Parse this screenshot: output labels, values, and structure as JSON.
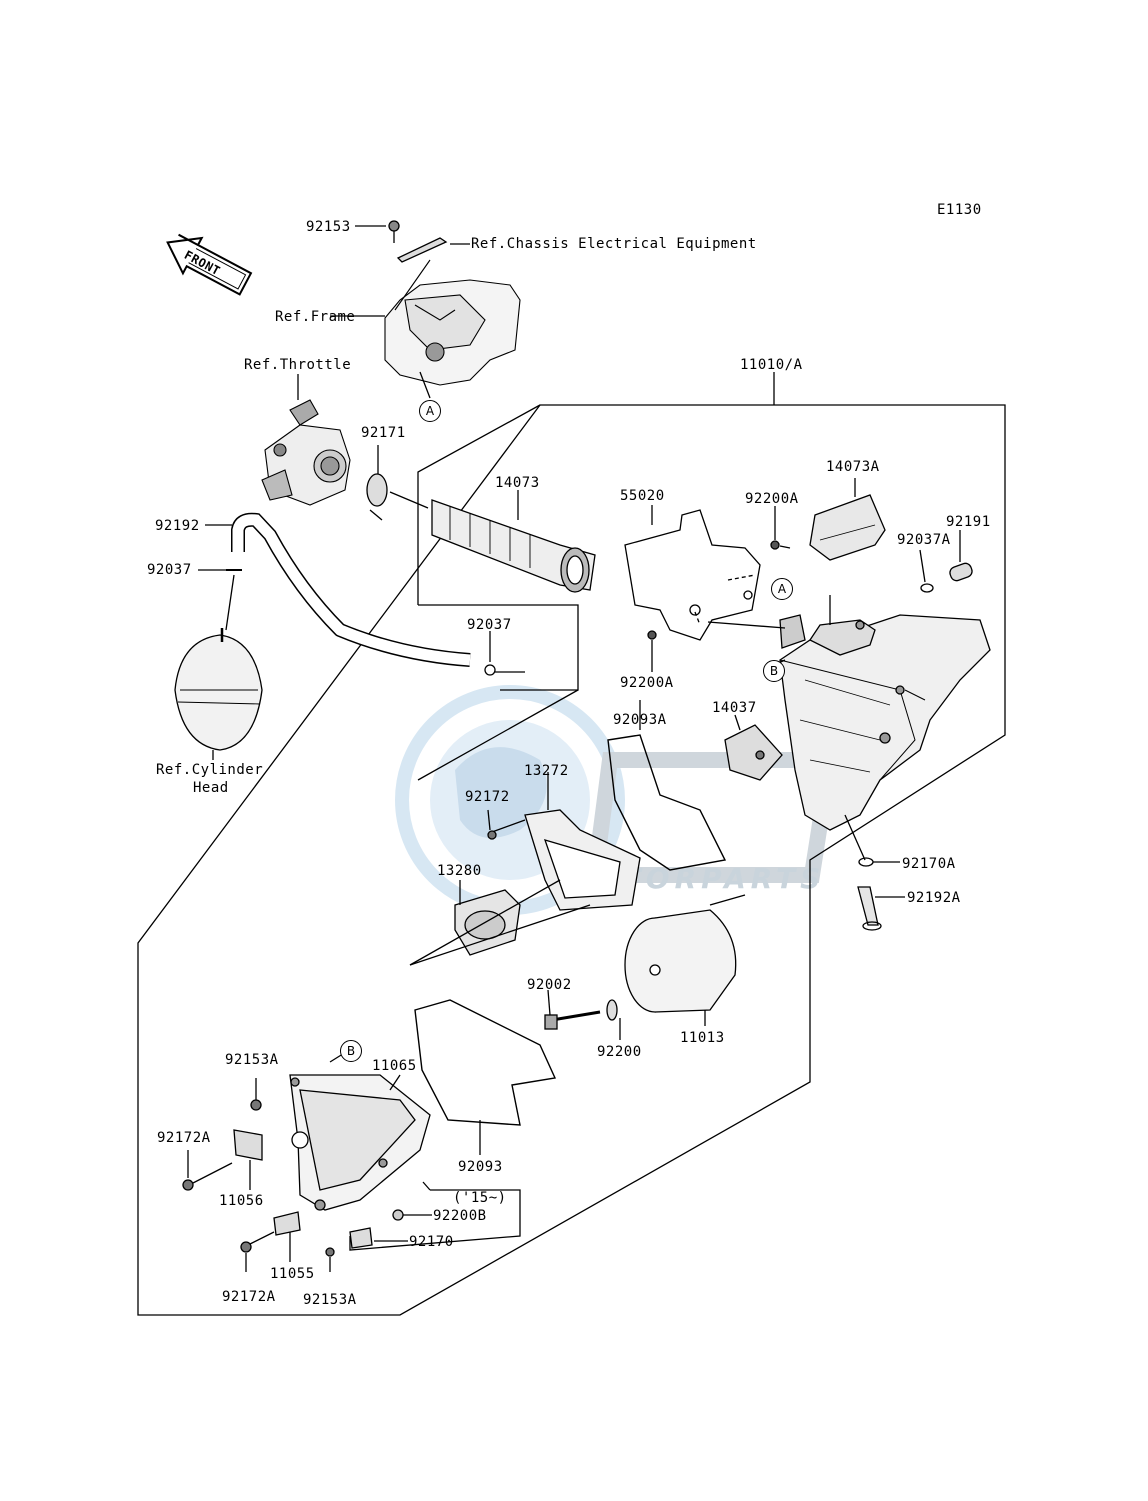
{
  "diagram_code": "E1130",
  "front_arrow_text": "FRONT",
  "watermark": {
    "logo_text": "OSM",
    "subtitle": "MOTORPARTS"
  },
  "references": {
    "chassis": "Ref.Chassis Electrical Equipment",
    "frame": "Ref.Frame",
    "throttle": "Ref.Throttle",
    "cylinder_head_line1": "Ref.Cylinder",
    "cylinder_head_line2": "Head"
  },
  "callouts": {
    "A": "A",
    "B": "B"
  },
  "year_note": "('15~)",
  "parts": {
    "p92153": "92153",
    "p11010A": "11010/A",
    "p92171": "92171",
    "p14073": "14073",
    "p55020": "55020",
    "p92200A_top": "92200A",
    "p14073A": "14073A",
    "p92191": "92191",
    "p92037A": "92037A",
    "p92192": "92192",
    "p92037_left": "92037",
    "p92037_mid": "92037",
    "p92200A_mid": "92200A",
    "p92093A": "92093A",
    "p14037": "14037",
    "p13272": "13272",
    "p92172": "92172",
    "p13280": "13280",
    "p92170A": "92170A",
    "p92192A": "92192A",
    "p92002": "92002",
    "p92200": "92200",
    "p11013": "11013",
    "p92153A_top": "92153A",
    "p11065": "11065",
    "p92172A_left": "92172A",
    "p11056": "11056",
    "p92093": "92093",
    "p92200B": "92200B",
    "p92170": "92170",
    "p11055": "11055",
    "p92172A_bottom": "92172A",
    "p92153A_bottom": "92153A"
  }
}
